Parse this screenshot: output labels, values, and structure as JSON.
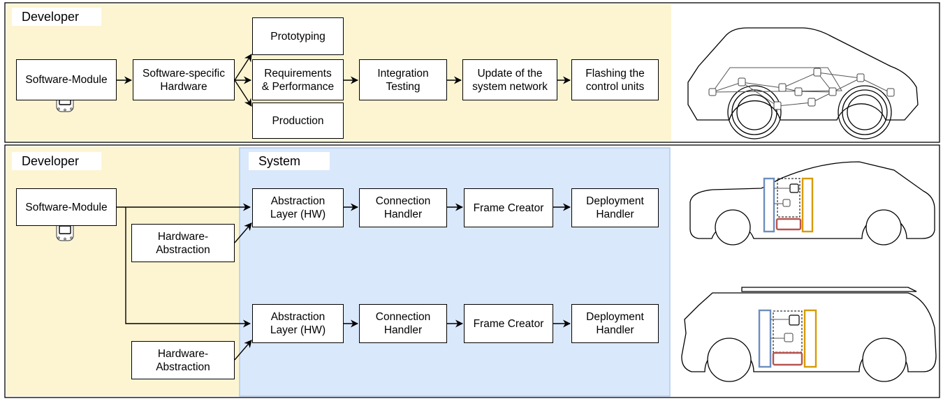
{
  "panels": {
    "top": {
      "developer_label": "Developer",
      "boxes": {
        "software_module": "Software-Module",
        "software_hardware": "Software-specific\nHardware",
        "prototyping": "Prototyping",
        "requirements": "Requirements\n& Performance",
        "production": "Production",
        "integration_testing": "Integration\nTesting",
        "update_network": "Update of the\nsystem network",
        "flashing": "Flashing the\ncontrol units"
      }
    },
    "bottom": {
      "developer_label": "Developer",
      "system_label": "System",
      "software_module": "Software-Module",
      "rows": [
        {
          "hardware_abstraction": "Hardware-\nAbstraction",
          "abstraction_layer": "Abstraction\nLayer (HW)",
          "connection_handler": "Connection\nHandler",
          "frame_creator": "Frame Creator",
          "deployment_handler": "Deployment\nHandler"
        },
        {
          "hardware_abstraction": "Hardware-\nAbstraction",
          "abstraction_layer": "Abstraction\nLayer (HW)",
          "connection_handler": "Connection\nHandler",
          "frame_creator": "Frame Creator",
          "deployment_handler": "Deployment\nHandler"
        }
      ]
    }
  },
  "colors": {
    "developer_bg": "#fdf5d2",
    "system_bg": "#dae8fc",
    "system_border": "#a9c4eb",
    "abstraction_bar": "#6c8ebf",
    "deployment_bar": "#d79b00",
    "frame_box": "#b85450"
  },
  "icons": [
    "ecu-chip-icon",
    "car-sedan-icon",
    "car-suv-icon",
    "network-node-icon"
  ]
}
